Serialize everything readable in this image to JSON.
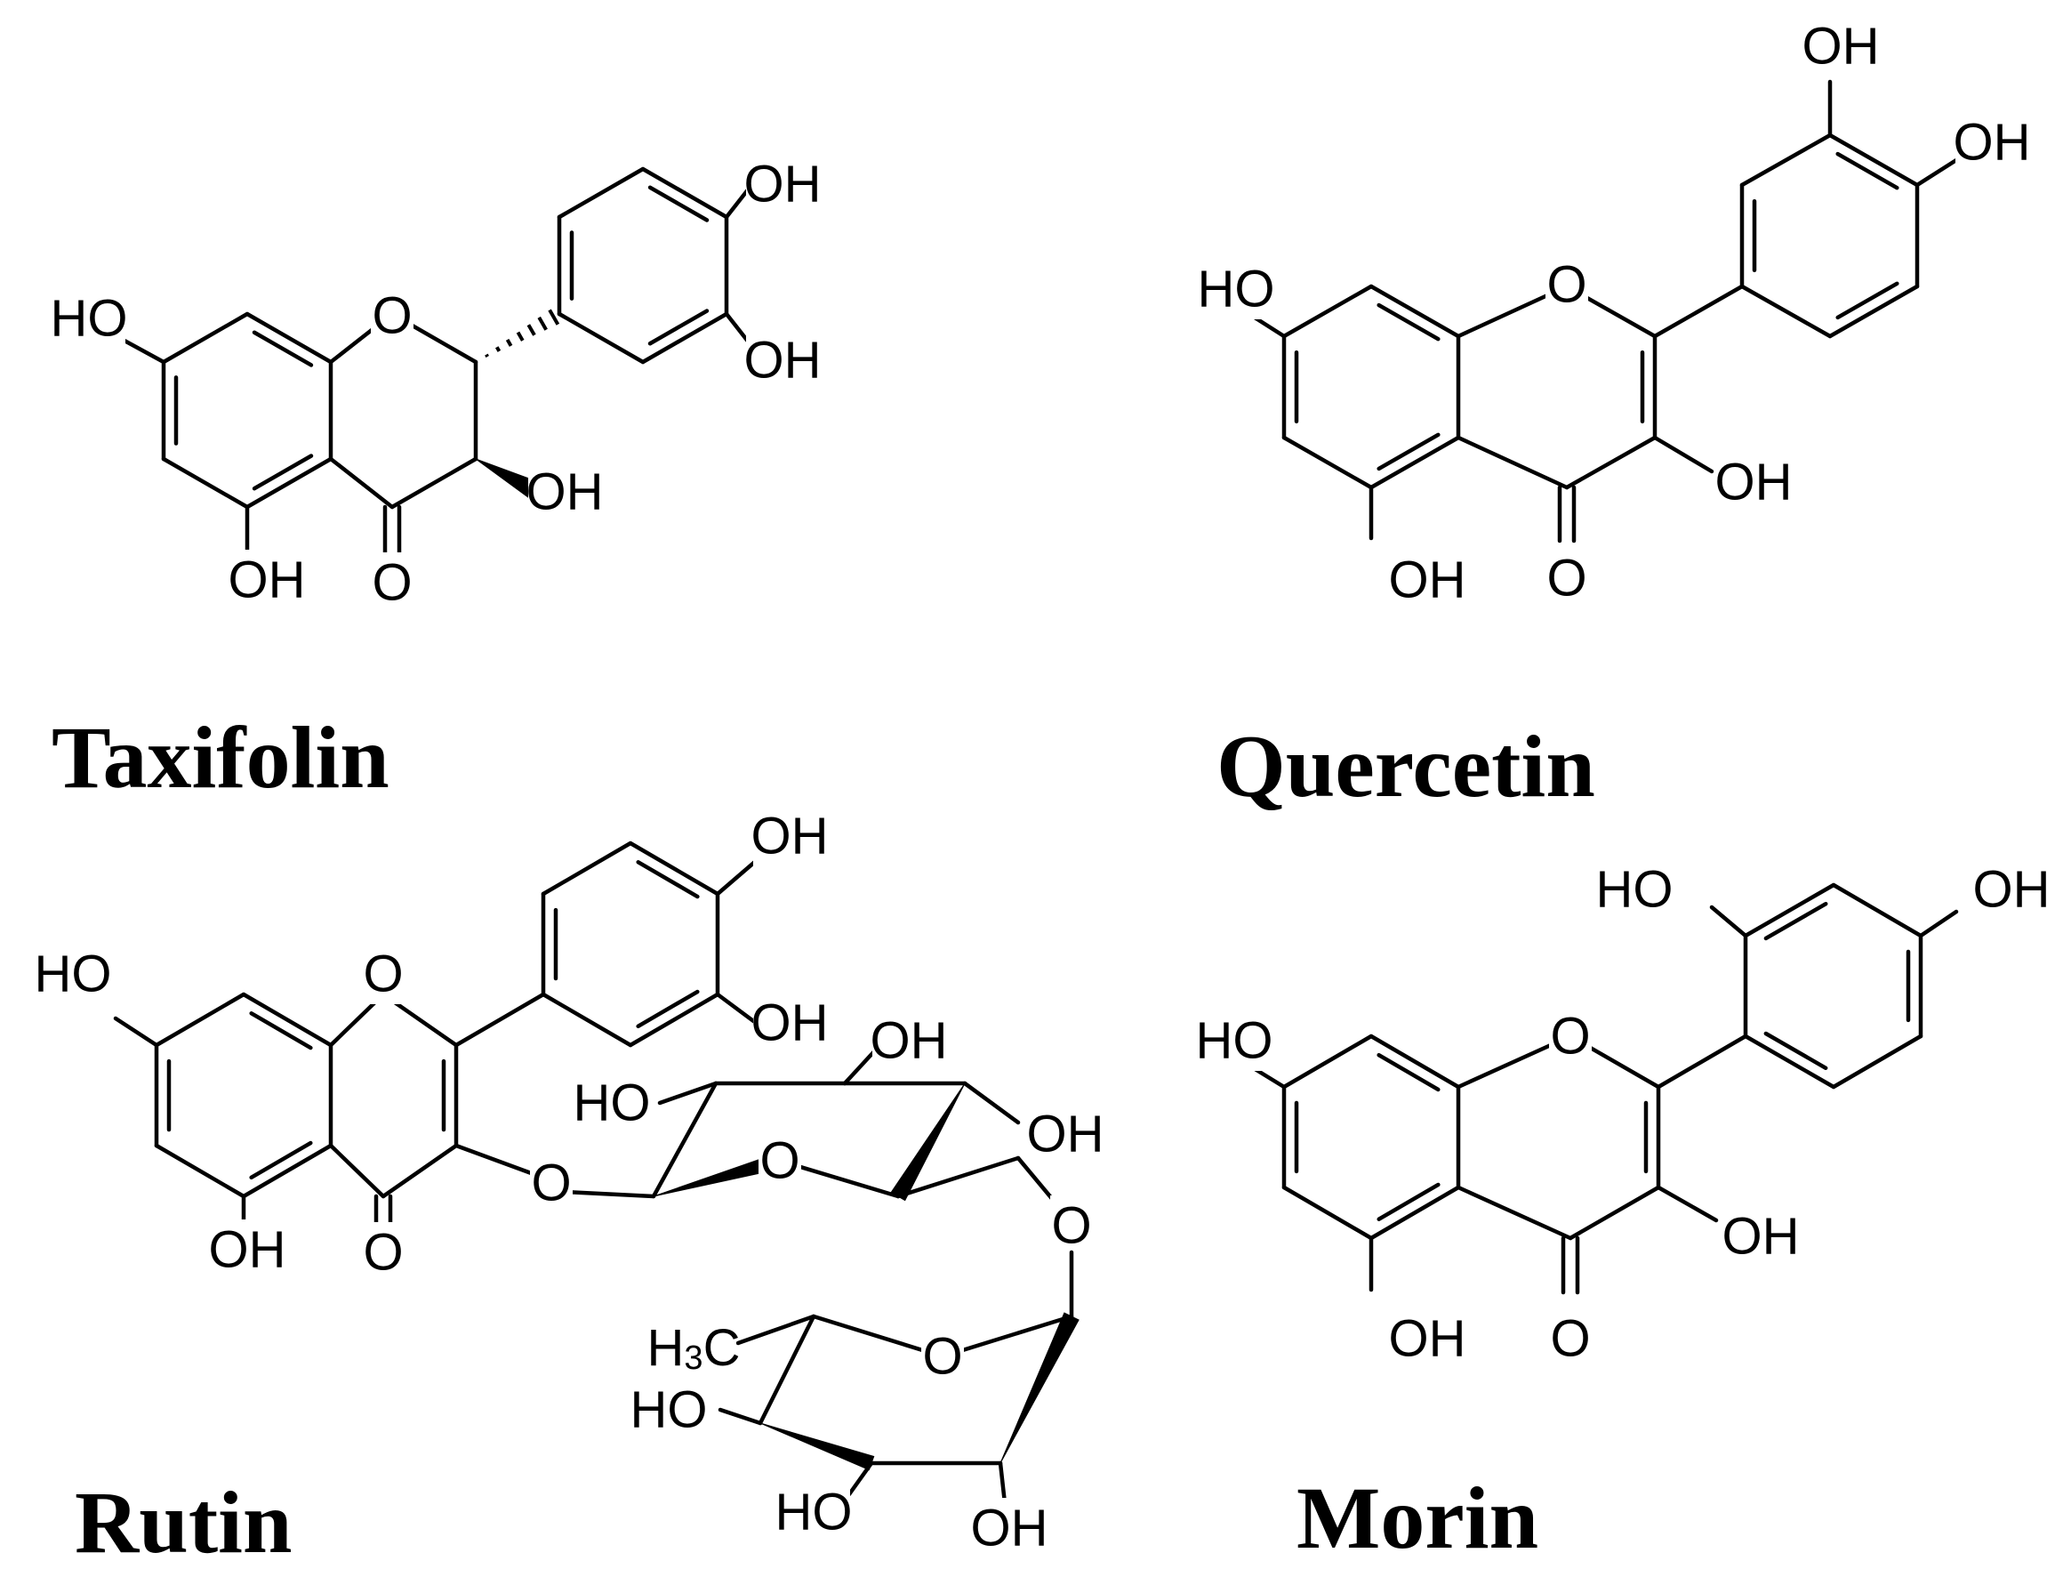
{
  "compounds": [
    {
      "key": "taxifolin",
      "name": "Taxifolin"
    },
    {
      "key": "quercetin",
      "name": "Quercetin"
    },
    {
      "key": "rutin",
      "name": "Rutin"
    },
    {
      "key": "morin",
      "name": "Morin"
    }
  ],
  "atom_labels": {
    "hydroxyl": "OH",
    "hydroxyl_left": "HO",
    "oxygen": "O",
    "methyl_prefix": "H",
    "methyl_sub": "3",
    "methyl_suffix": "C"
  }
}
